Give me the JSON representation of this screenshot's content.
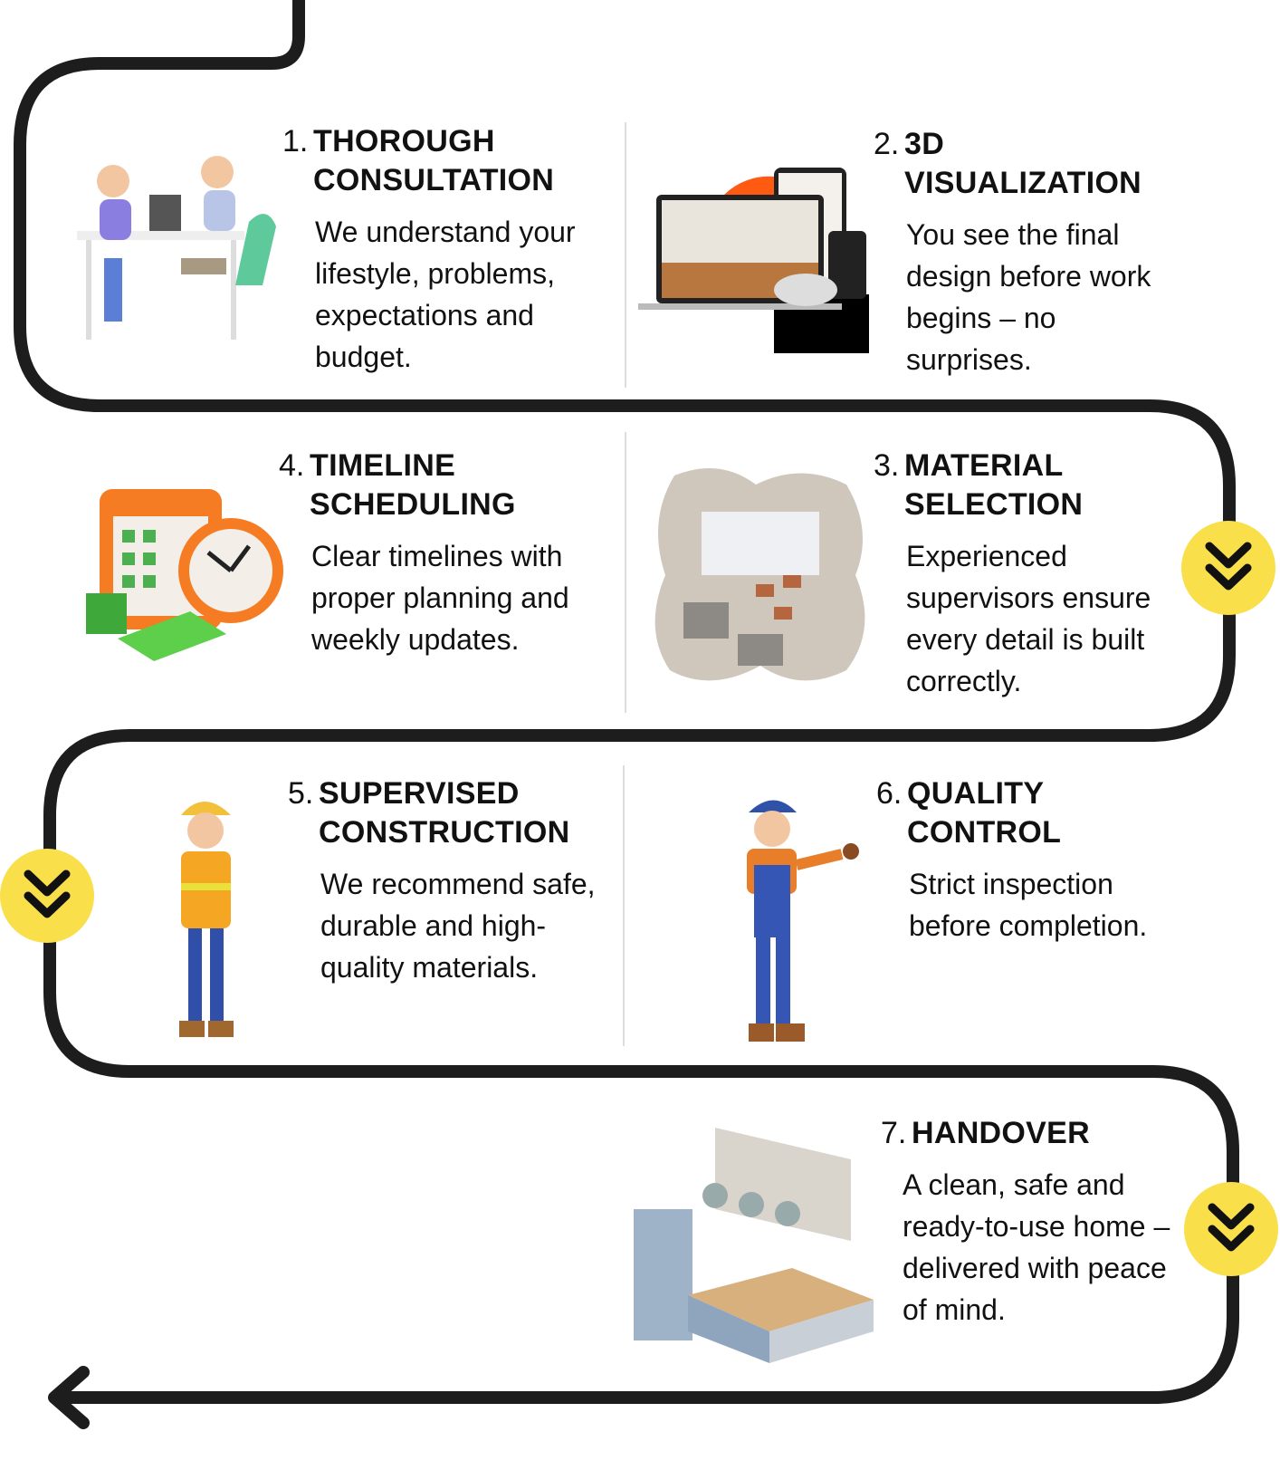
{
  "colors": {
    "path": "#1d1d1d",
    "badge": "#f9df4a",
    "divider": "#dddddd"
  },
  "steps": [
    {
      "number": "1.",
      "title": "THOROUGH\nCONSULTATION",
      "text": "We understand your lifestyle, problems, expectations and budget."
    },
    {
      "number": "2.",
      "title": "3D\nVISUALIZATION",
      "text": "You see the final design before work begins – no surprises."
    },
    {
      "number": "3.",
      "title": "MATERIAL\nSELECTION",
      "text": "Experienced supervisors ensure every detail is built correctly."
    },
    {
      "number": "4.",
      "title": "TIMELINE\nSCHEDULING",
      "text": "Clear timelines with proper planning and weekly updates."
    },
    {
      "number": "5.",
      "title": "SUPERVISED\nCONSTRUCTION",
      "text": "We recommend safe, durable and high-quality materials."
    },
    {
      "number": "6.",
      "title": "QUALITY\nCONTROL",
      "text": "Strict inspection before completion."
    },
    {
      "number": "7.",
      "title": "HANDOVER",
      "text": "A clean, safe and ready-to-use home – delivered with peace of mind."
    }
  ],
  "icons": {
    "badge": "double-chevron-down-icon",
    "end": "arrow-left-icon"
  }
}
